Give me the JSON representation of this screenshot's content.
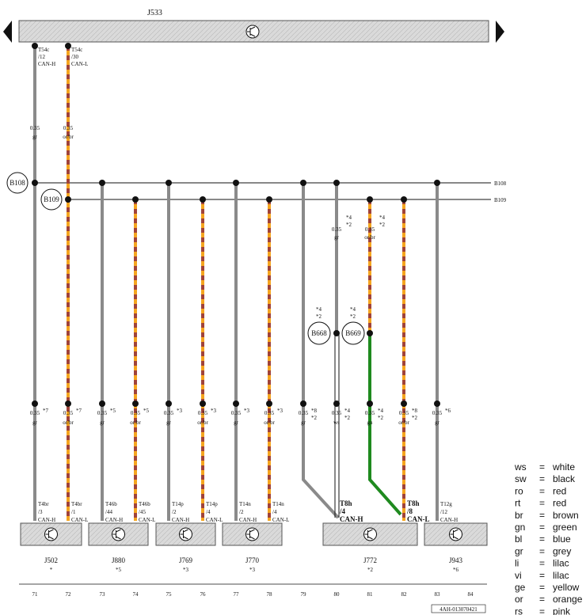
{
  "top_unit": {
    "label": "J533"
  },
  "splices": [
    {
      "id": "B108",
      "label": "B108",
      "end_label": "B108"
    },
    {
      "id": "B109",
      "label": "B109",
      "end_label": "B109"
    }
  ],
  "top_pins": [
    {
      "lines": [
        "T54c",
        "/12",
        "CAN-H"
      ]
    },
    {
      "lines": [
        "T54c",
        "/30",
        "CAN-L"
      ]
    }
  ],
  "top_wire_labels": [
    {
      "lines": [
        "0.35",
        "gr"
      ]
    },
    {
      "lines": [
        "0.35",
        "or/br"
      ]
    }
  ],
  "mid_labels": [
    {
      "lines": [
        "0.35",
        "gr"
      ],
      "notes": [
        "*4",
        "*2"
      ]
    },
    {
      "lines": [
        "0.35",
        "or/br"
      ],
      "notes": [
        "*4",
        "*2"
      ]
    }
  ],
  "b66x": [
    {
      "label": "B668",
      "notes": [
        "*4",
        "*2"
      ]
    },
    {
      "label": "B669",
      "notes": [
        "*4",
        "*2"
      ]
    }
  ],
  "bottom_wire_labels": [
    {
      "size": "0.35",
      "color": "gr",
      "notes": [
        "*7"
      ]
    },
    {
      "size": "0.35",
      "color": "or/br",
      "notes": [
        "*7"
      ]
    },
    {
      "size": "0.35",
      "color": "gr",
      "notes": [
        "*5"
      ]
    },
    {
      "size": "0.35",
      "color": "or/br",
      "notes": [
        "*5"
      ]
    },
    {
      "size": "0.35",
      "color": "gr",
      "notes": [
        "*3"
      ]
    },
    {
      "size": "0.35",
      "color": "or/br",
      "notes": [
        "*3"
      ]
    },
    {
      "size": "0.35",
      "color": "gr",
      "notes": [
        "*3"
      ]
    },
    {
      "size": "0.35",
      "color": "or/br",
      "notes": [
        "*3"
      ]
    },
    {
      "size": "0.35",
      "color": "gr",
      "notes": [
        "*8",
        "*2"
      ]
    },
    {
      "size": "0.35",
      "color": "ws",
      "notes": [
        "*4",
        "*2"
      ]
    },
    {
      "size": "0.35",
      "color": "gn",
      "notes": [
        "*4",
        "*2"
      ]
    },
    {
      "size": "0.35",
      "color": "or/br",
      "notes": [
        "*8",
        "*2"
      ]
    },
    {
      "size": "0.35",
      "color": "gr",
      "notes": [
        "*6"
      ]
    }
  ],
  "bottom_pins": [
    {
      "lines": [
        "T4br",
        "/3",
        "CAN-H"
      ]
    },
    {
      "lines": [
        "T4br",
        "/1",
        "CAN-L"
      ]
    },
    {
      "lines": [
        "T46b",
        "/44",
        "CAN-H"
      ]
    },
    {
      "lines": [
        "T46b",
        "/45",
        "CAN-L"
      ]
    },
    {
      "lines": [
        "T14p",
        "/2",
        "CAN-H"
      ]
    },
    {
      "lines": [
        "T14p",
        "/4",
        "CAN-L"
      ]
    },
    {
      "lines": [
        "T14n",
        "/2",
        "CAN-H"
      ]
    },
    {
      "lines": [
        "T14n",
        "/4",
        "CAN-L"
      ]
    },
    {
      "lines": [
        "T8h",
        "/4",
        "CAN-H"
      ],
      "bold": true
    },
    {
      "lines": [
        "T8h",
        "/8",
        "CAN-L"
      ],
      "bold": true
    },
    {
      "lines": [
        "T12g",
        "/12",
        "CAN-H"
      ]
    }
  ],
  "units": [
    {
      "label": "J502",
      "note": "*"
    },
    {
      "label": "J880",
      "note": "*5"
    },
    {
      "label": "J769",
      "note": "*3"
    },
    {
      "label": "J770",
      "note": "*3"
    },
    {
      "label": "J772",
      "note": "*2"
    },
    {
      "label": "J943",
      "note": "*6"
    }
  ],
  "columns": [
    "71",
    "72",
    "73",
    "74",
    "75",
    "76",
    "77",
    "78",
    "79",
    "80",
    "81",
    "82",
    "83",
    "84"
  ],
  "legend": [
    {
      "code": "ws",
      "eq": "=",
      "name": "white"
    },
    {
      "code": "sw",
      "eq": "=",
      "name": "black"
    },
    {
      "code": "ro",
      "eq": "=",
      "name": "red"
    },
    {
      "code": "rt",
      "eq": "=",
      "name": "red"
    },
    {
      "code": "br",
      "eq": "=",
      "name": "brown"
    },
    {
      "code": "gn",
      "eq": "=",
      "name": "green"
    },
    {
      "code": "bl",
      "eq": "=",
      "name": "blue"
    },
    {
      "code": "gr",
      "eq": "=",
      "name": "grey"
    },
    {
      "code": "li",
      "eq": "=",
      "name": "lilac"
    },
    {
      "code": "vi",
      "eq": "=",
      "name": "lilac"
    },
    {
      "code": "ge",
      "eq": "=",
      "name": "yellow"
    },
    {
      "code": "or",
      "eq": "=",
      "name": "orange"
    },
    {
      "code": "rs",
      "eq": "=",
      "name": "pink"
    }
  ],
  "footer_code": "4AH-013070421",
  "colors": {
    "grey_wire": "#8a8a8a",
    "orange": "#f5a51f",
    "brown": "#a0433a",
    "green": "#1f8a1f",
    "unit_fill": "#d8d8d8"
  }
}
